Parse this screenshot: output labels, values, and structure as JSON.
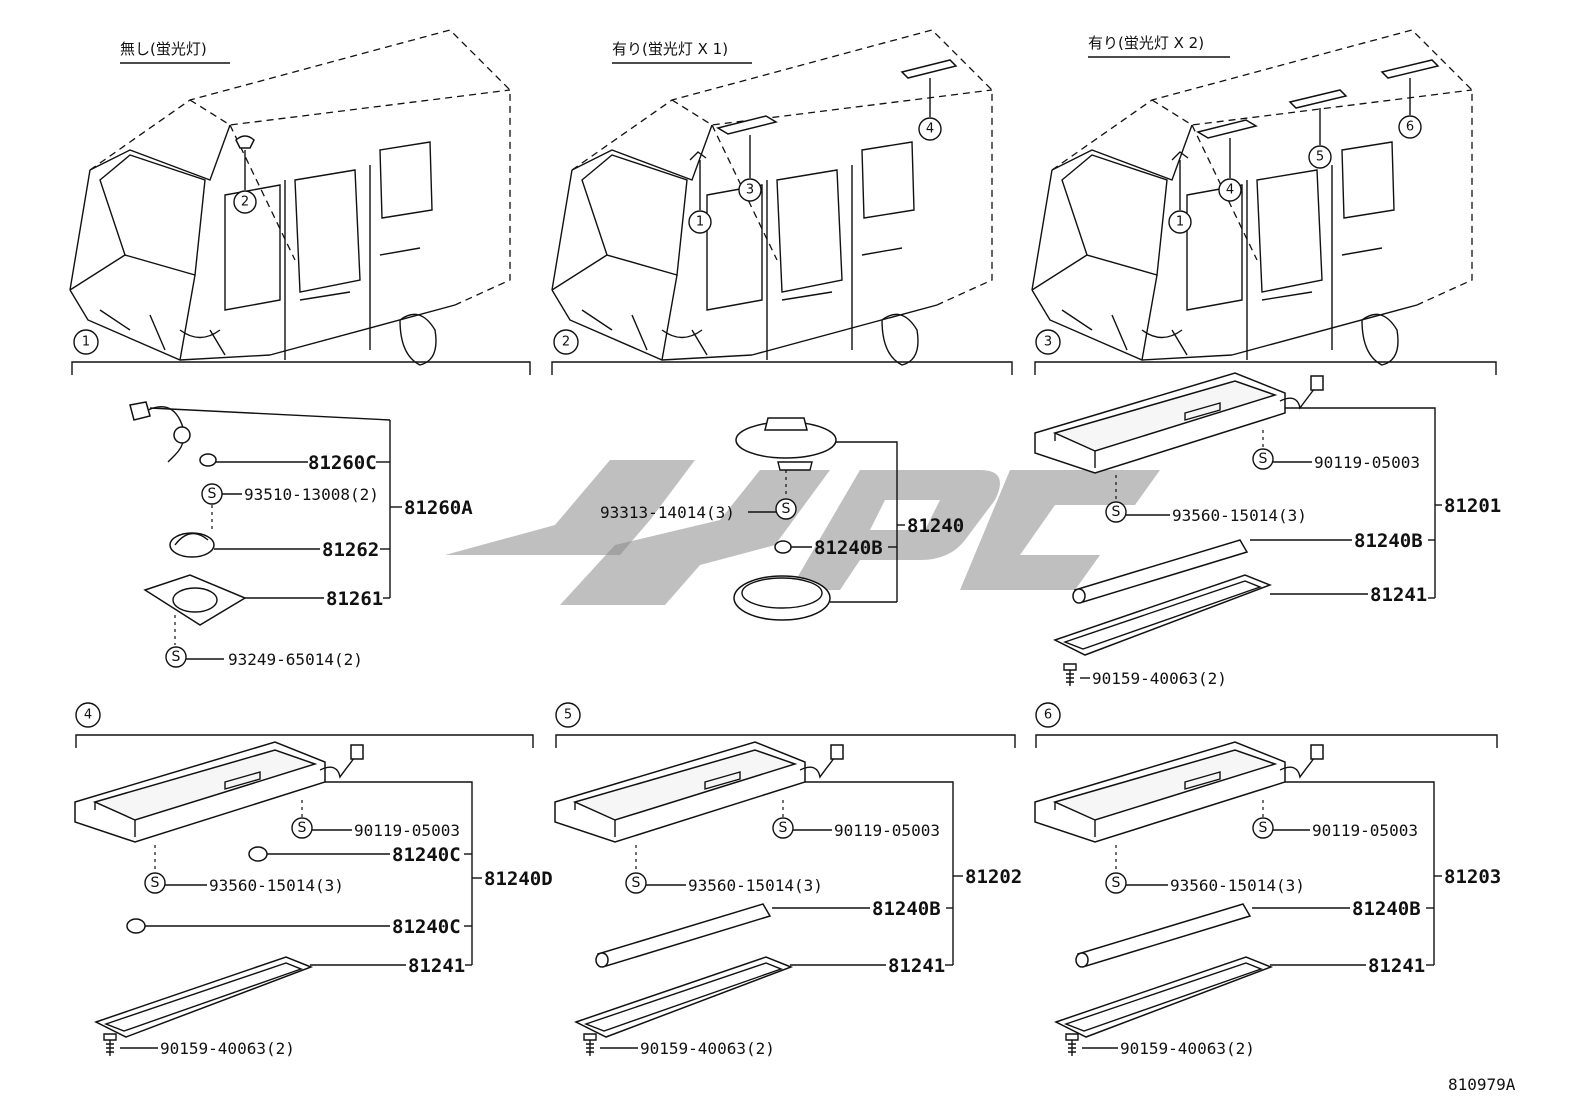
{
  "headers": {
    "variant1": "無し(蛍光灯)",
    "variant2": "有り(蛍光灯 X 1)",
    "variant3": "有り(蛍光灯 X 2)"
  },
  "group_numbers": [
    "1",
    "2",
    "3",
    "4",
    "5",
    "6"
  ],
  "callouts": {
    "van1": [
      "2"
    ],
    "van2": [
      "1",
      "3",
      "4"
    ],
    "van3": [
      "1",
      "4",
      "5",
      "6"
    ]
  },
  "symbol_s": "S",
  "group1": {
    "assembly": "81260A",
    "parts": [
      "81260C",
      "81262",
      "81261"
    ],
    "fasteners": [
      "93510-13008(2)",
      "93249-65014(2)"
    ]
  },
  "group2": {
    "assembly": "81240",
    "parts": [
      "81240B"
    ],
    "fasteners": [
      "93313-14014(3)"
    ]
  },
  "group3": {
    "assembly": "81201",
    "parts": [
      "81240B",
      "81241"
    ],
    "fasteners": [
      "90119-05003",
      "93560-15014(3)",
      "90159-40063(2)"
    ]
  },
  "group4": {
    "assembly": "81240D",
    "parts": [
      "81240C",
      "81240C",
      "81241"
    ],
    "fasteners": [
      "90119-05003",
      "93560-15014(3)",
      "90159-40063(2)"
    ]
  },
  "group5": {
    "assembly": "81202",
    "parts": [
      "81240B",
      "81241"
    ],
    "fasteners": [
      "90119-05003",
      "93560-15014(3)",
      "90159-40063(2)"
    ]
  },
  "group6": {
    "assembly": "81203",
    "parts": [
      "81240B",
      "81241"
    ],
    "fasteners": [
      "90119-05003",
      "93560-15014(3)",
      "90159-40063(2)"
    ]
  },
  "figure_code": "810979A"
}
